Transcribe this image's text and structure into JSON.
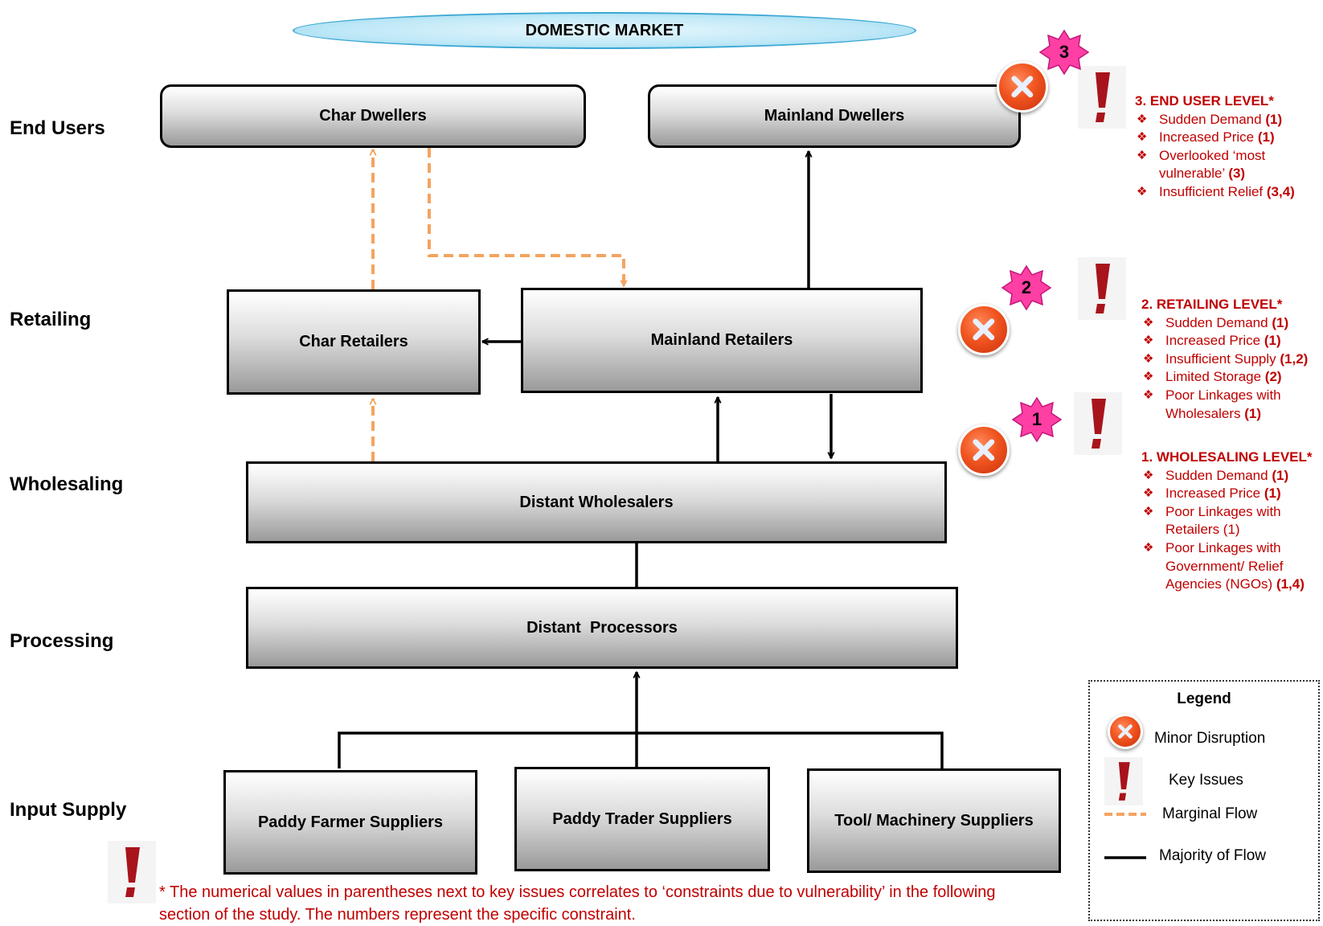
{
  "market": {
    "label": "DOMESTIC MARKET"
  },
  "rows": {
    "end_users": "End Users",
    "retailing": "Retailing",
    "wholesaling": "Wholesaling",
    "processing": "Processing",
    "input_supply": "Input Supply"
  },
  "nodes": {
    "char_dwellers": "Char Dwellers",
    "mainland_dwellers": "Mainland Dwellers",
    "char_retailers": "Char Retailers",
    "mainland_retailers": "Mainland Retailers",
    "distant_wholesalers": "Distant Wholesalers",
    "distant_processors": "Distant  Processors",
    "paddy_farmer_suppliers": "Paddy Farmer Suppliers",
    "paddy_trader_suppliers": "Paddy Trader Suppliers",
    "tool_machinery_suppliers": "Tool/ Machinery Suppliers"
  },
  "badges": {
    "end_user": "3",
    "retailing": "2",
    "wholesaling": "1"
  },
  "issues": {
    "end_user": {
      "heading": "3.  END USER LEVEL*",
      "items": [
        {
          "text": "Sudden Demand ",
          "ref": "(1)"
        },
        {
          "text": "Increased Price ",
          "ref": "(1)"
        },
        {
          "text": "Overlooked ‘most vulnerable’  ",
          "ref": "(3)"
        },
        {
          "text": "Insufficient Relief ",
          "ref": "(3,4)"
        }
      ]
    },
    "retailing": {
      "heading": "2.  RETAILING LEVEL*",
      "items": [
        {
          "text": "Sudden Demand ",
          "ref": "(1)"
        },
        {
          "text": "Increased Price ",
          "ref": "(1)"
        },
        {
          "text": "Insufficient Supply ",
          "ref": "(1,2)"
        },
        {
          "text": "Limited Storage ",
          "ref": "(2)"
        },
        {
          "text": "Poor Linkages with Wholesalers ",
          "ref": "(1)"
        }
      ]
    },
    "wholesaling": {
      "heading": "1.  WHOLESALING LEVEL*",
      "items": [
        {
          "text": "Sudden Demand ",
          "ref": "(1)"
        },
        {
          "text": "Increased Price ",
          "ref": "(1)"
        },
        {
          "text": "Poor Linkages with Retailers (1)",
          "ref": ""
        },
        {
          "text": "Poor Linkages with Government/ Relief Agencies (NGOs) ",
          "ref": "(1,4)"
        }
      ]
    }
  },
  "legend": {
    "title": "Legend",
    "minor_disruption": "Minor Disruption",
    "key_issues": "Key Issues",
    "marginal_flow": "Marginal Flow",
    "majority_flow": "Majority of Flow"
  },
  "colors": {
    "marginal_flow": "#f4a460",
    "majority_flow": "#000000",
    "issue_text": "#c00000",
    "badge": "#ff3399",
    "disruption": "#f0541f"
  },
  "footnote": "* The numerical values in parentheses next to key issues correlates to ‘constraints due to vulnerability’ in the following section of the study. The numbers represent the specific constraint."
}
